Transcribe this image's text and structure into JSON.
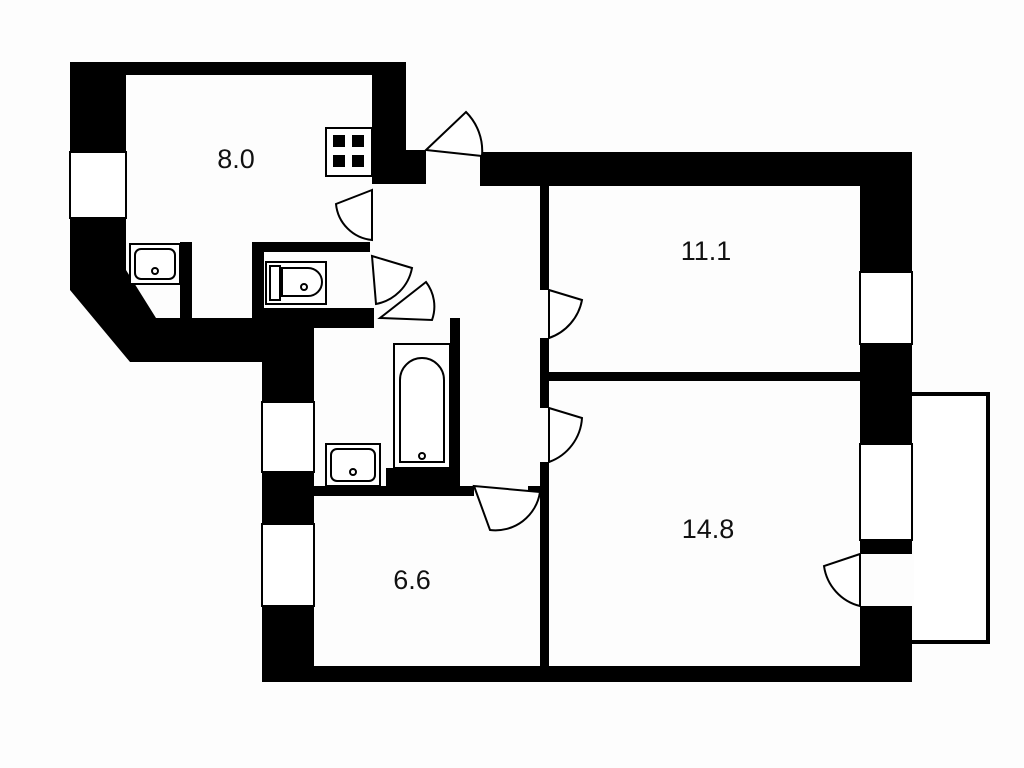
{
  "rooms": [
    {
      "id": "kitchen",
      "area": "8.0"
    },
    {
      "id": "room-1",
      "area": "11.1"
    },
    {
      "id": "room-2",
      "area": "14.8"
    },
    {
      "id": "room-3",
      "area": "6.6"
    }
  ],
  "colors": {
    "wall": "#000000",
    "background": "#fdfdfd",
    "fixture_fill": "#ffffff"
  }
}
